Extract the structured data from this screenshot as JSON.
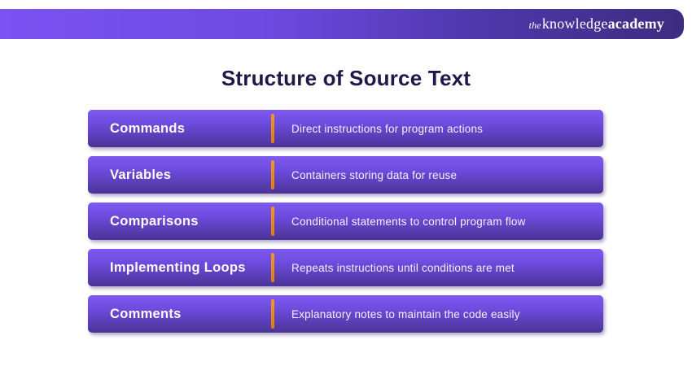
{
  "brand": {
    "prefix": "the",
    "word_regular": "knowledge",
    "word_bold": "academy"
  },
  "page": {
    "title": "Structure of Source Text"
  },
  "rows": [
    {
      "label": "Commands",
      "description": "Direct instructions for program actions"
    },
    {
      "label": "Variables",
      "description": "Containers storing data for reuse"
    },
    {
      "label": "Comparisons",
      "description": "Conditional statements to control program flow"
    },
    {
      "label": "Implementing Loops",
      "description": "Repeats instructions until conditions are met"
    },
    {
      "label": "Comments",
      "description": "Explanatory notes to maintain the code easily"
    }
  ],
  "colors": {
    "background": "#FFFFFF",
    "title_text": "#1F1949",
    "bar_gradient_left": "#7C53F3",
    "bar_gradient_right": "#3E2C80",
    "row_gradient_top": "#7F59F0",
    "row_gradient_bottom": "#4B3396",
    "divider_orange": "#E8860F",
    "row_text": "#FFFFFF"
  }
}
